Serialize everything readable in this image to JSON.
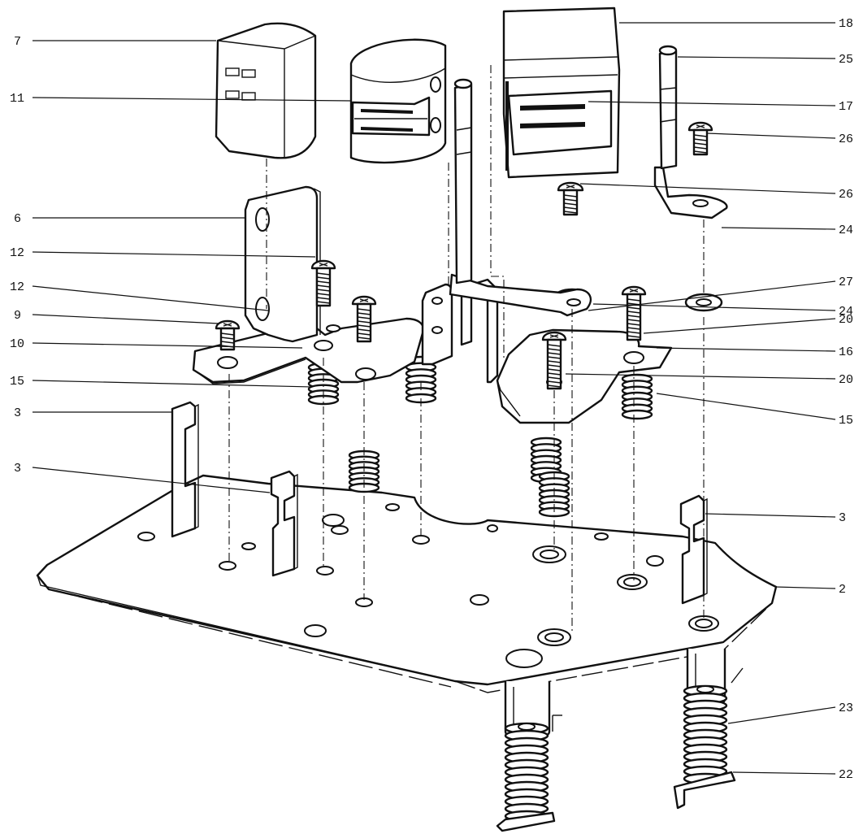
{
  "callouts": {
    "left": [
      "7",
      "11",
      "6",
      "12",
      "12",
      "9",
      "10",
      "15",
      "3",
      "3"
    ],
    "right": [
      "18",
      "25",
      "17",
      "26",
      "26",
      "24",
      "27",
      "24",
      "20",
      "16",
      "20",
      "15",
      "3",
      "2",
      "23",
      "22"
    ]
  }
}
